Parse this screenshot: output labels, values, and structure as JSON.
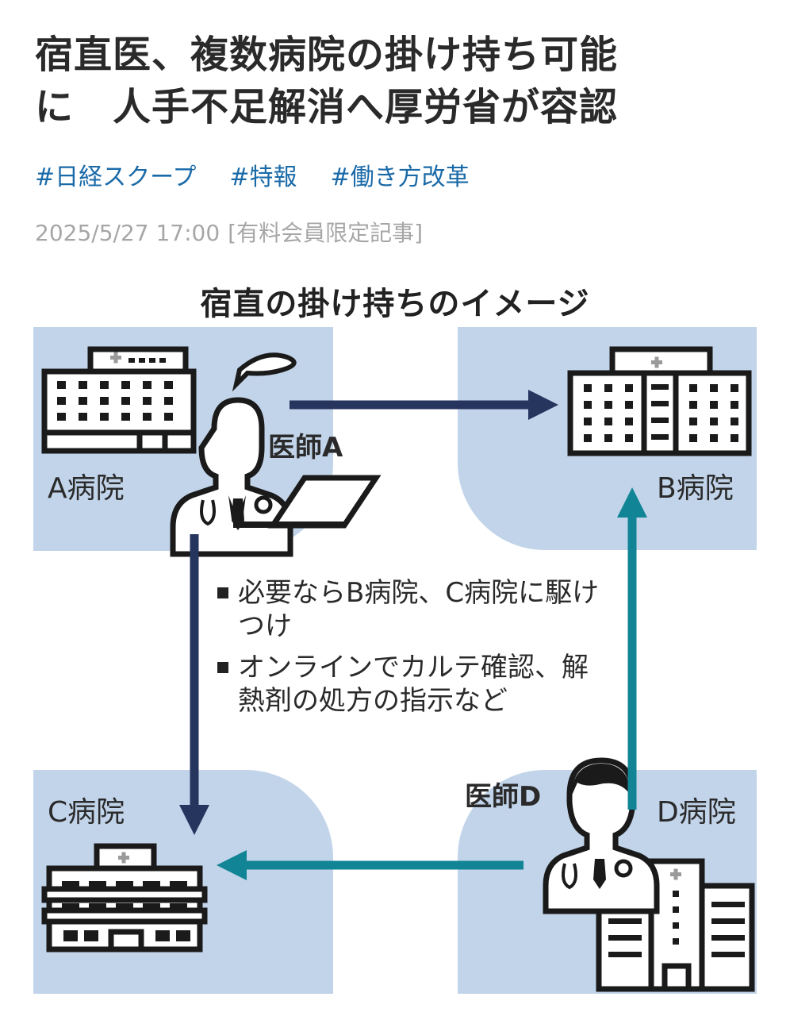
{
  "article": {
    "headline_lines": [
      "宿直医、複数病院の掛け持ち可能",
      "に　人手不足解消へ厚労省が容認"
    ],
    "tags": [
      "#日経スクープ",
      "#特報",
      "#働き方改革"
    ],
    "date": "2025/5/27 17:00",
    "access_label": "[有料会員限定記事]",
    "tag_color": "#1a6aa8"
  },
  "figure": {
    "title": "宿直の掛け持ちのイメージ",
    "hospitals": {
      "a": "A病院",
      "b": "B病院",
      "c": "C病院",
      "d": "D病院"
    },
    "doctors": {
      "a": "医師A",
      "d": "医師D"
    },
    "notes": [
      "必要ならB病院、C病院に駆けつけ",
      "オンラインでカルテ確認、解熱剤の処方の指示など"
    ],
    "colors": {
      "panel": "#c2d4ea",
      "doctor_a_arrows": "#26355e",
      "doctor_d_arrows": "#118595"
    },
    "arrows": [
      {
        "from": "医師A",
        "to": "B病院",
        "color": "navy"
      },
      {
        "from": "医師A",
        "to": "C病院",
        "color": "navy"
      },
      {
        "from": "医師D",
        "to": "B病院",
        "color": "teal"
      },
      {
        "from": "医師D",
        "to": "C病院",
        "color": "teal"
      }
    ]
  }
}
